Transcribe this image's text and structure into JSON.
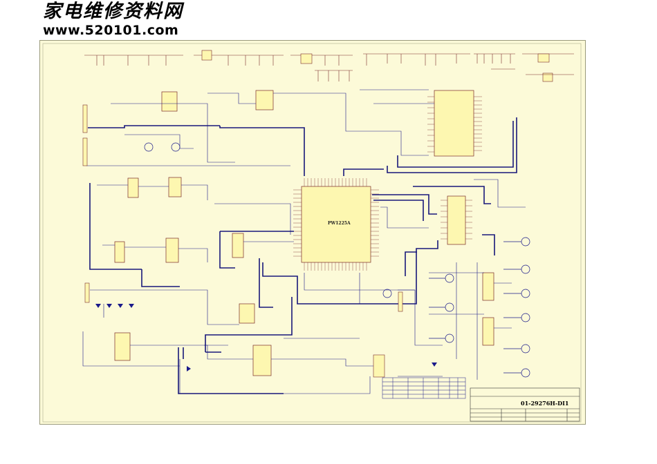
{
  "watermark": {
    "site_name_cn": "家电维修资料网",
    "site_url": "www.520101.com"
  },
  "schematic": {
    "main_chip_label": "PW1225A",
    "drawing_number": "01-29276H-DI1"
  },
  "colors": {
    "sheet_background": "#fcfad8",
    "wire": "#1a1a8a",
    "bus": "#16167a",
    "component": "#7a2a2a",
    "chip_fill": "#fdf7b0",
    "frame": "#9a9a7a"
  }
}
